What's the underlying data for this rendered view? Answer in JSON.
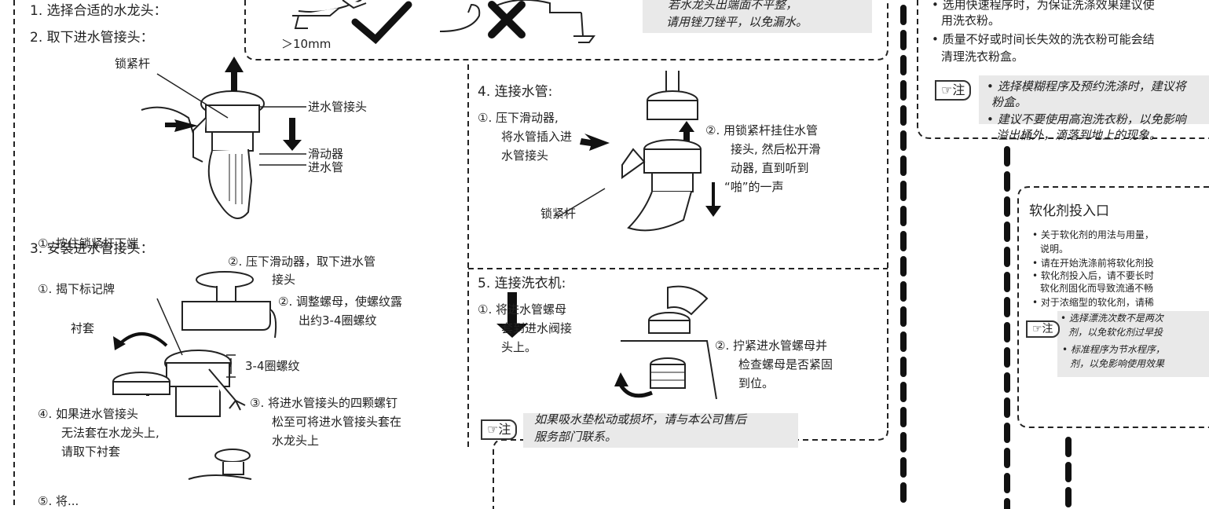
{
  "left": {
    "step1": "1. 选择合适的水龙头：",
    "step2": "2. 取下进水管接头：",
    "lock_lever": "锁紧杆",
    "inlet_connector": "进水管接头",
    "slider": "滑动器",
    "inlet_pipe": "进水管",
    "sub1": "①. 按住锁紧杆下端",
    "sub2": [
      "②. 压下滑动器，取下进水管",
      "接头"
    ],
    "step3": "3. 安装进水管接头：",
    "peel_label": "①. 揭下标记牌",
    "adjust_nut": [
      "②. 调整螺母，使螺纹露",
      "出约3-4圈螺纹"
    ],
    "bushing": "衬套",
    "thread_turns": "3-4圈螺纹",
    "loosen_screws": [
      "③. 将进水管接头的四颗螺钉",
      "松至可将进水管接头套在",
      "水龙头上"
    ],
    "remove_bushing": [
      "④. 如果进水管接头",
      "无法套在水龙头上,",
      "请取下衬套"
    ],
    "bottom_cut": "⑤. 将..."
  },
  "top": {
    "size_label": "＞10mm",
    "note_lines": [
      "若水龙头出端面不平整，",
      "请用锉刀锉平，以免漏水。"
    ]
  },
  "step4": {
    "title": "4. 连接水管:",
    "left_lines": [
      "①. 压下滑动器,",
      "将水管插入进",
      "水管接头"
    ],
    "right_lines": [
      "②. 用锁紧杆挂住水管",
      "接头, 然后松开滑",
      "动器, 直到听到",
      "“啪”的一声"
    ],
    "lock_lever": "锁紧杆"
  },
  "step5": {
    "title": "5. 连接洗衣机:",
    "left_lines": [
      "①. 将进水管螺母",
      "套到进水阀接",
      "头上。"
    ],
    "right_lines": [
      "②. 拧紧进水管螺母并",
      "检查螺母是否紧固",
      "到位。"
    ],
    "note_tag": "☞注",
    "note_lines": [
      "如果吸水垫松动或损坏，请与本公司售后",
      "服务部门联系。"
    ]
  },
  "right": {
    "top_lines": [
      "• 选用快速程序时，为保证洗涤效果建议使",
      "用洗衣粉。",
      "• 质量不好或时间长失效的洗衣粉可能会结",
      "清理洗衣粉盒。"
    ],
    "note_tag": "☞注",
    "note_lines": [
      "• 选择模糊程序及预约洗涤时，建议将",
      "粉盒。",
      "• 建议不要使用高泡洗衣粉，以免影响",
      "溢出桶外，滴落到地上的现象。"
    ],
    "softener_title": "软化剂投入口",
    "softener_lines": [
      "• 关于软化剂的用法与用量，",
      "说明。",
      "• 请在开始洗涤前将软化剂投",
      "• 软化剂投入后，请不要长时",
      "软化剂固化而导致流通不畅",
      "• 对于浓缩型的软化剂，请稀"
    ],
    "softener_note_tag": "☞注",
    "softener_note_lines": [
      "• 选择漂洗次数不是两次",
      "剂，以免软化剂过早投",
      "• 标准程序为节水程序，",
      "剂，以免影响使用效果"
    ]
  }
}
